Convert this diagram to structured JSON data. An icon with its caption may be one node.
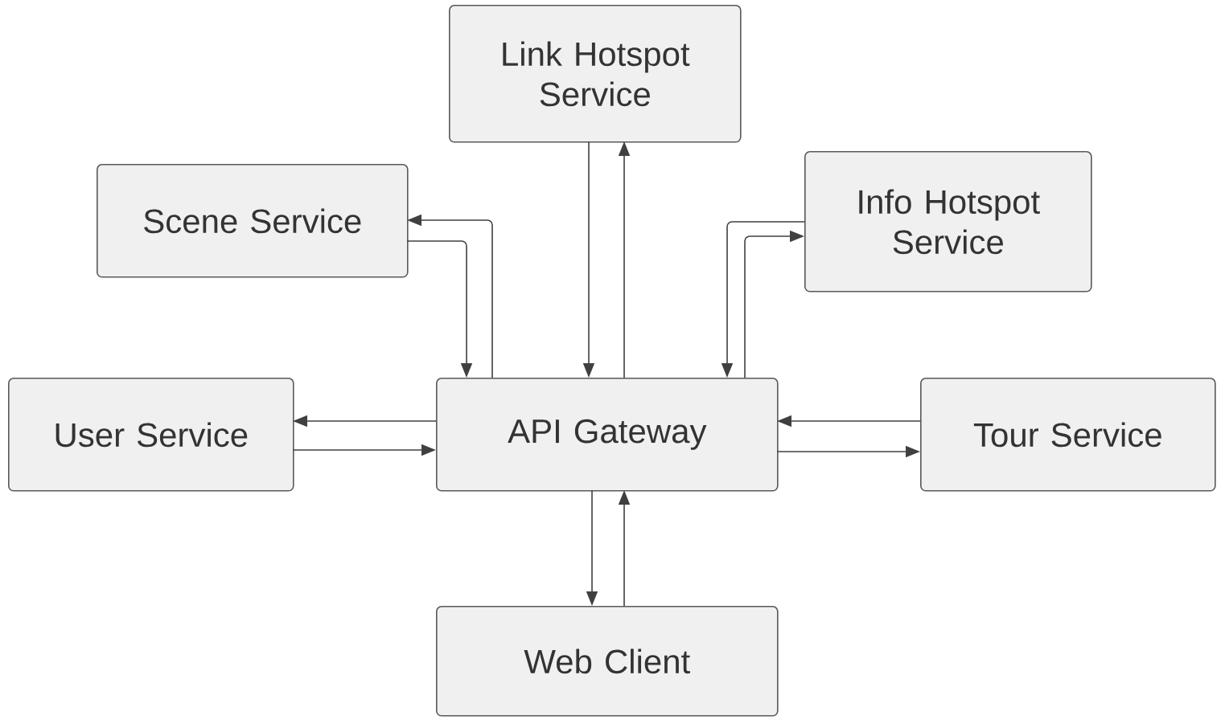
{
  "diagram": {
    "nodes": [
      {
        "text": [
          "Link Hotspot Service"
        ]
      },
      {
        "text": [
          "Scene Service"
        ]
      },
      {
        "text": [
          "Info Hotspot Service"
        ]
      },
      {
        "text": [
          "User Service"
        ]
      },
      {
        "text": [
          "API Gateway"
        ]
      },
      {
        "text": [
          "Tour Service"
        ]
      },
      {
        "text": [
          "Web Client"
        ]
      }
    ],
    "edges": [
      {
        "from": 4,
        "to": 1,
        "arrow": "to"
      },
      {
        "from": 1,
        "to": 4,
        "arrow": "to"
      },
      {
        "from": 0,
        "to": 4,
        "arrow": "to"
      },
      {
        "from": 4,
        "to": 0,
        "arrow": "to"
      },
      {
        "from": 2,
        "to": 4,
        "arrow": "to"
      },
      {
        "from": 4,
        "to": 2,
        "arrow": "to"
      },
      {
        "from": 4,
        "to": 3,
        "arrow": "to"
      },
      {
        "from": 3,
        "to": 4,
        "arrow": "to"
      },
      {
        "from": 5,
        "to": 4,
        "arrow": "to"
      },
      {
        "from": 4,
        "to": 5,
        "arrow": "to"
      },
      {
        "from": 4,
        "to": 6,
        "arrow": "to"
      },
      {
        "from": 6,
        "to": 4,
        "arrow": "to"
      }
    ]
  }
}
